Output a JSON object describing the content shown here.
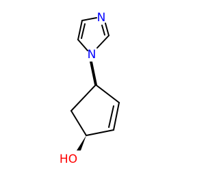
{
  "structure": {
    "atoms": {
      "imidazole_n3": "N",
      "imidazole_n1": "N",
      "hydroxyl": "HO"
    }
  },
  "colors": {
    "bond": "#000000",
    "nitrogen": "#0000ff",
    "oxygen": "#ff0000",
    "background": "#ffffff"
  }
}
